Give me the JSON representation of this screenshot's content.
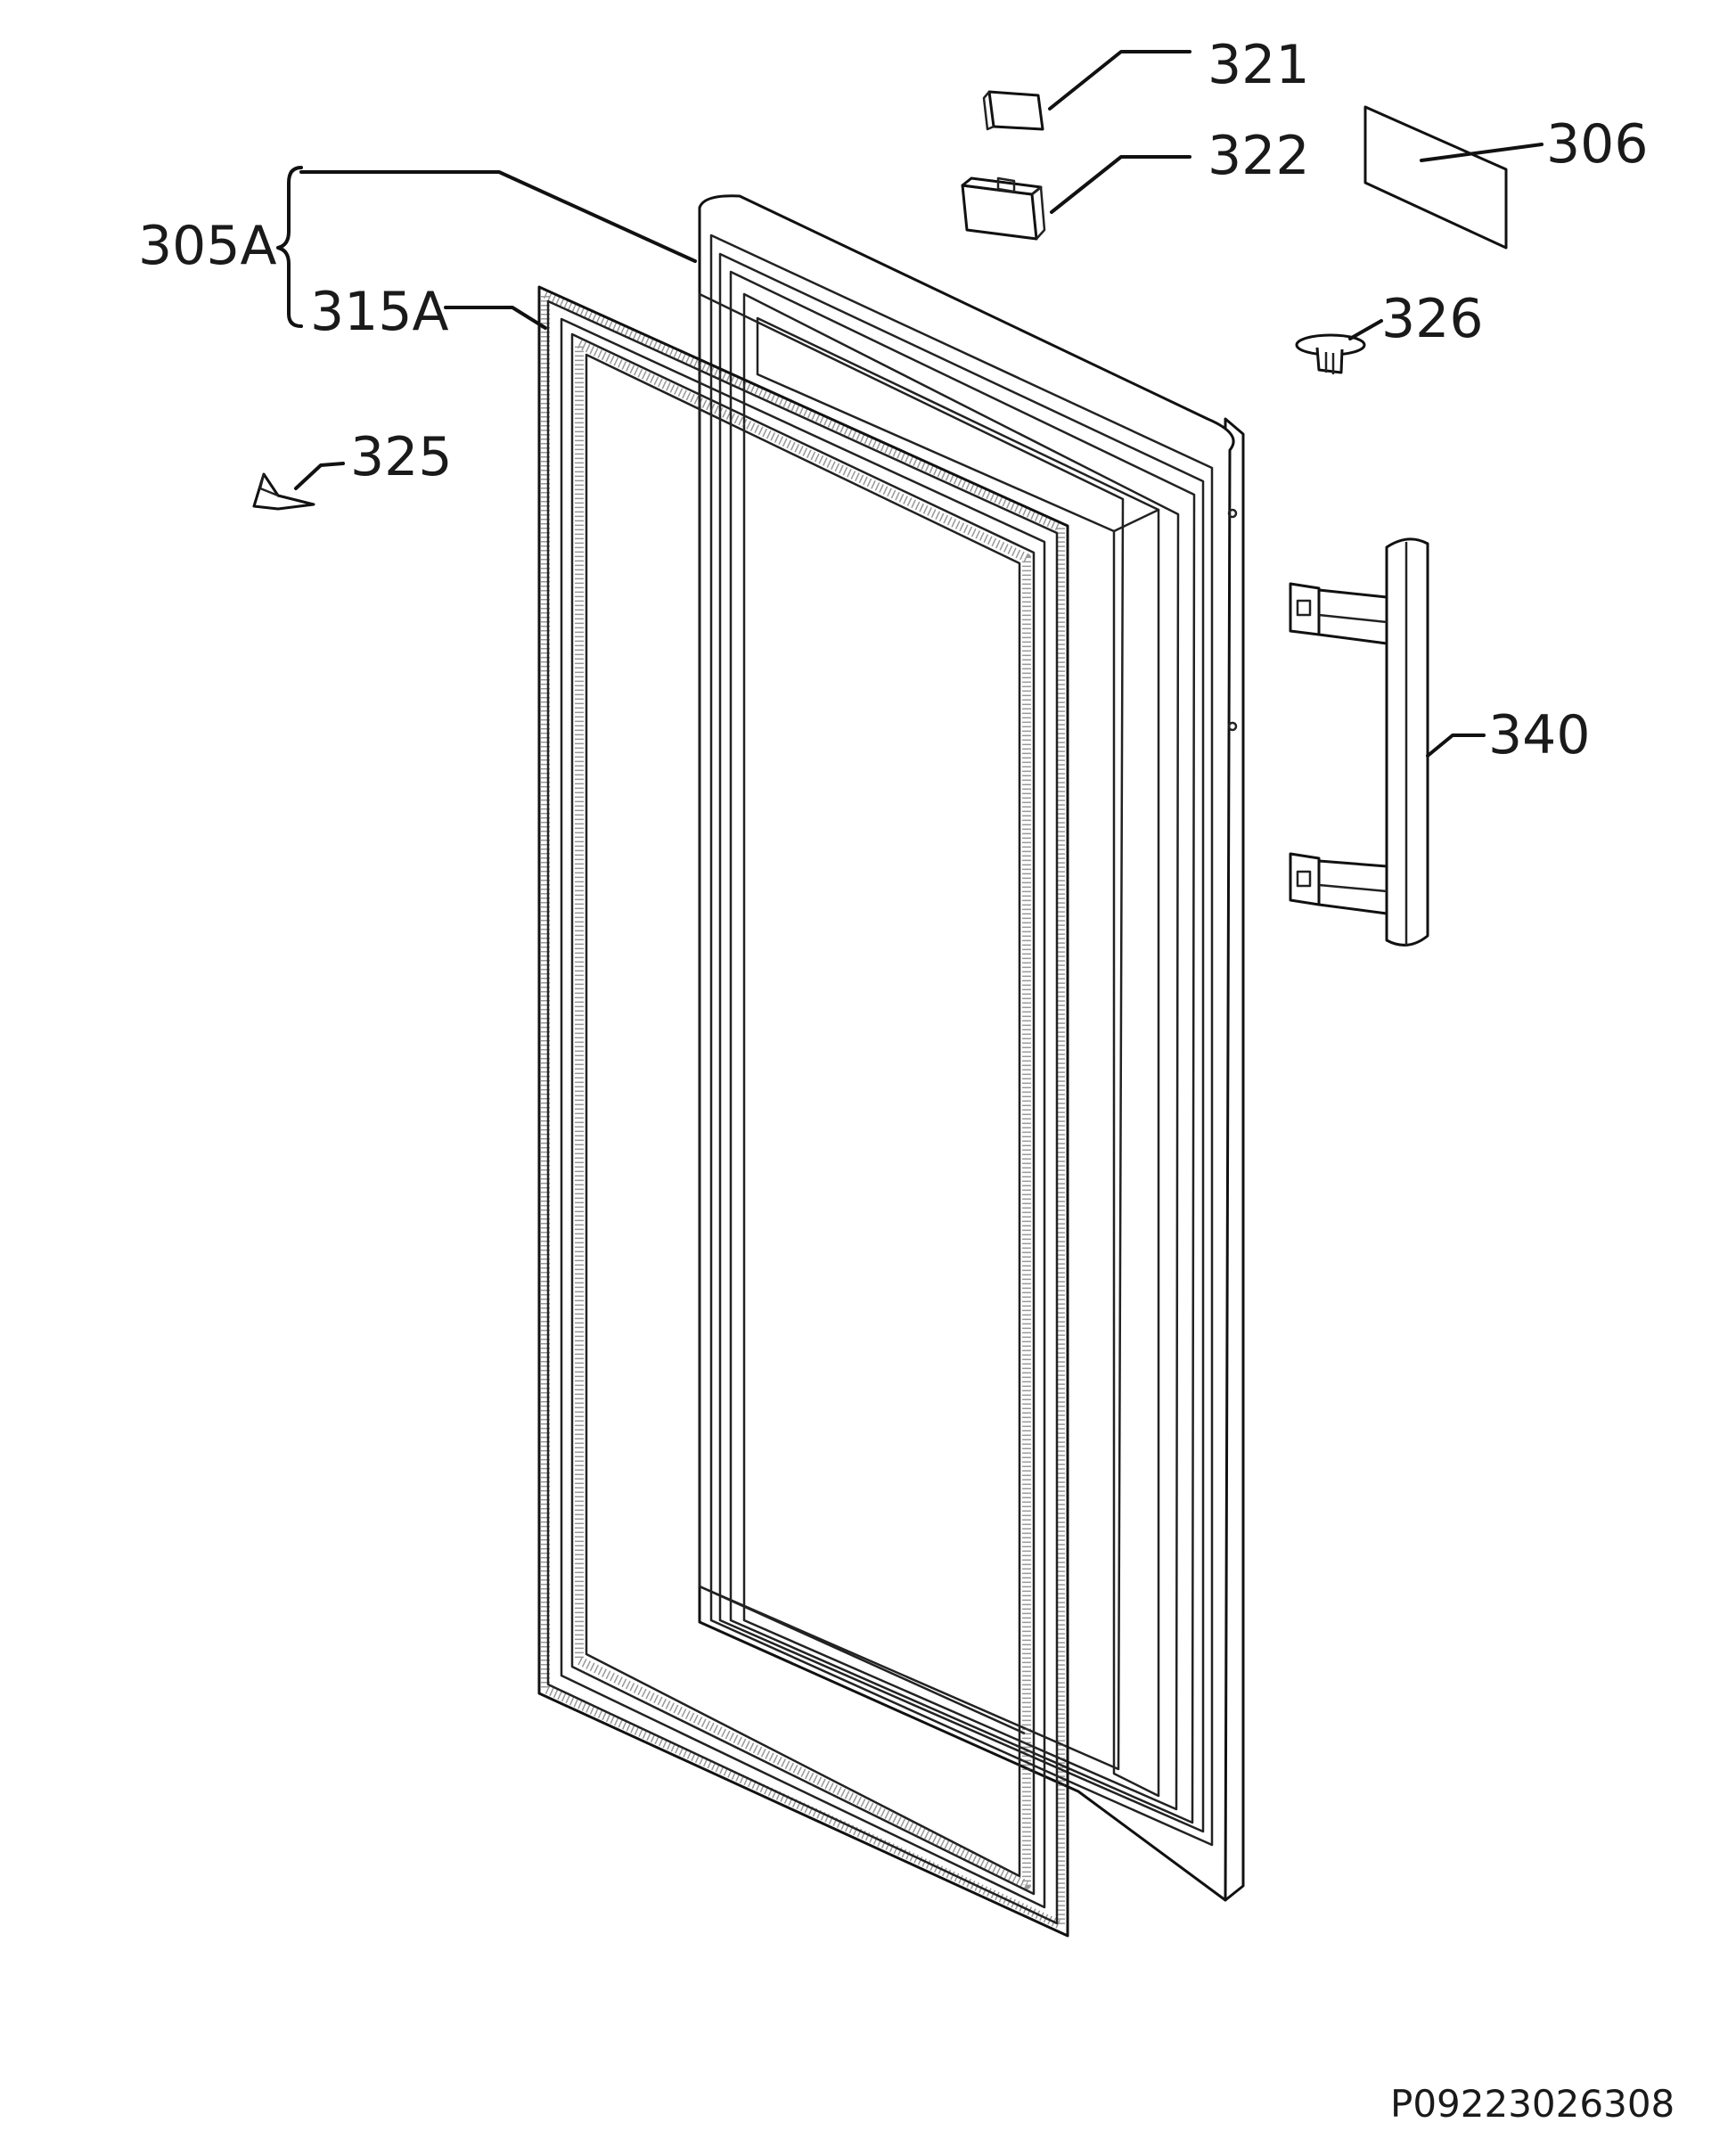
{
  "callouts": {
    "p321": "321",
    "p322": "322",
    "p306": "306",
    "p305A": "305A",
    "p315A": "315A",
    "p326": "326",
    "p325": "325",
    "p340": "340"
  },
  "drawing_code": "P09223026308"
}
